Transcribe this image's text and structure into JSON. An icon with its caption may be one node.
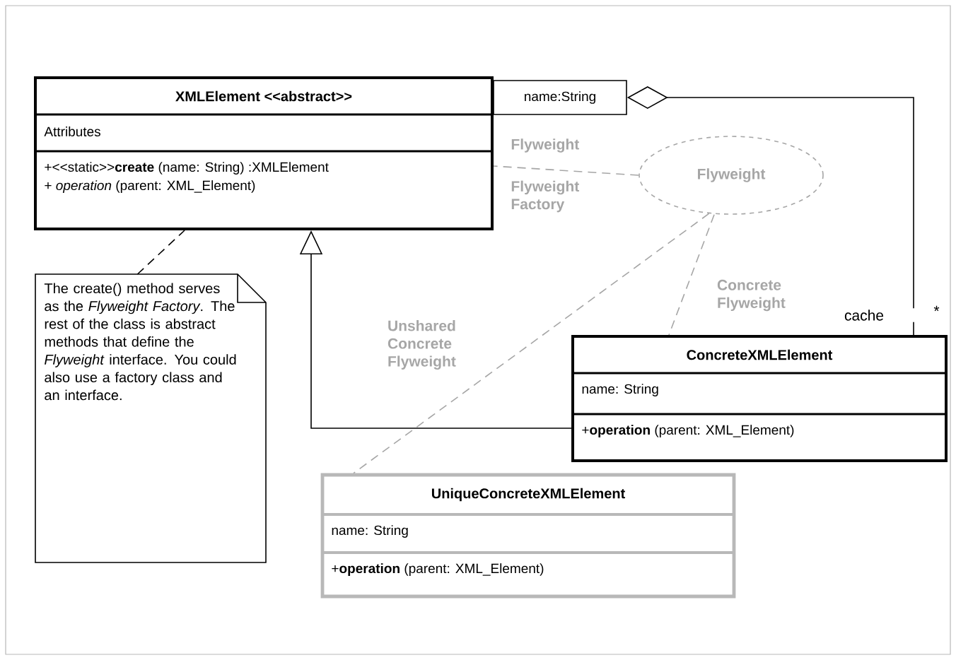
{
  "diagram": {
    "nodes": [
      {
        "text": [
          "XMLElement <<abstract>>",
          "Attributes",
          "+<<static>>**create** (name: String) :XMLElement",
          "+ *operation* (parent: XML_Element)"
        ]
      },
      {
        "text": [
          "name:String"
        ]
      },
      {
        "text": [
          "Flyweight"
        ]
      },
      {
        "text": [
          "The create() method serves as the *Flyweight Factory*. The rest of the class is abstract methods that define the *Flyweight* interface. You could also use a factory class and an interface."
        ]
      },
      {
        "text": [
          "ConcreteXMLElement",
          "name: String",
          "+**operation** (parent: XML_Element)"
        ]
      },
      {
        "text": [
          "UniqueConcreteXMLElement",
          "name: String",
          "+**operation** (parent: XML_Element)"
        ]
      }
    ],
    "edges": [
      {
        "from": 3,
        "to": 0,
        "arrow": "none",
        "style": "dashed"
      },
      {
        "from": 4,
        "to": 0,
        "arrow": "to"
      },
      {
        "from": 1,
        "to": 4,
        "arrow": "other",
        "label": "cache"
      },
      {
        "from": 2,
        "to": 0,
        "arrow": "none",
        "style": "dashed",
        "color": "#a6a6a6"
      },
      {
        "from": 2,
        "to": 4,
        "arrow": "none",
        "style": "dashed",
        "color": "#a6a6a6",
        "label": "Concrete Flyweight"
      },
      {
        "from": 2,
        "to": 5,
        "arrow": "none",
        "style": "dashed",
        "color": "#a6a6a6",
        "label": "Unshared Concrete Flyweight"
      }
    ],
    "labels": [
      "Flyweight",
      "Flyweight Factory",
      "*"
    ]
  }
}
